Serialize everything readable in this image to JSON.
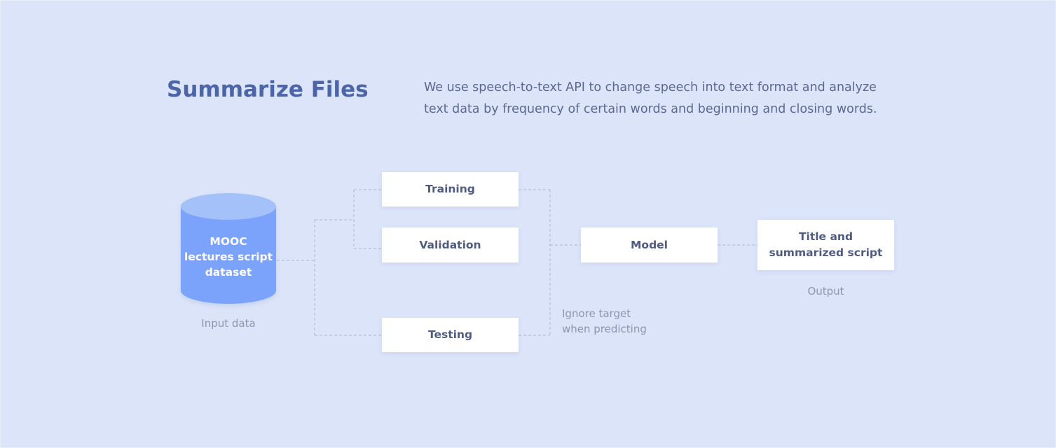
{
  "header": {
    "title": "Summarize Files",
    "description_line1": "We use speech-to-text API to change speech into text format and analyze",
    "description_line2": "text data by frequency of certain words and beginning and closing words."
  },
  "diagram": {
    "dataset": {
      "line1": "MOOC",
      "line2": "lectures script",
      "line3": "dataset",
      "caption": "Input data"
    },
    "splits": {
      "training": "Training",
      "validation": "Validation",
      "testing": "Testing"
    },
    "model": "Model",
    "output": {
      "line1": "Title and",
      "line2": "summarized script",
      "caption": "Output"
    },
    "note": {
      "line1": "Ignore target",
      "line2": "when predicting"
    }
  },
  "colors": {
    "background": "#dbe4f8",
    "title": "#4b65a8",
    "cylinder_body": "#7ba3fb",
    "cylinder_top": "#a5c1fa",
    "connector": "#aab6d6"
  }
}
